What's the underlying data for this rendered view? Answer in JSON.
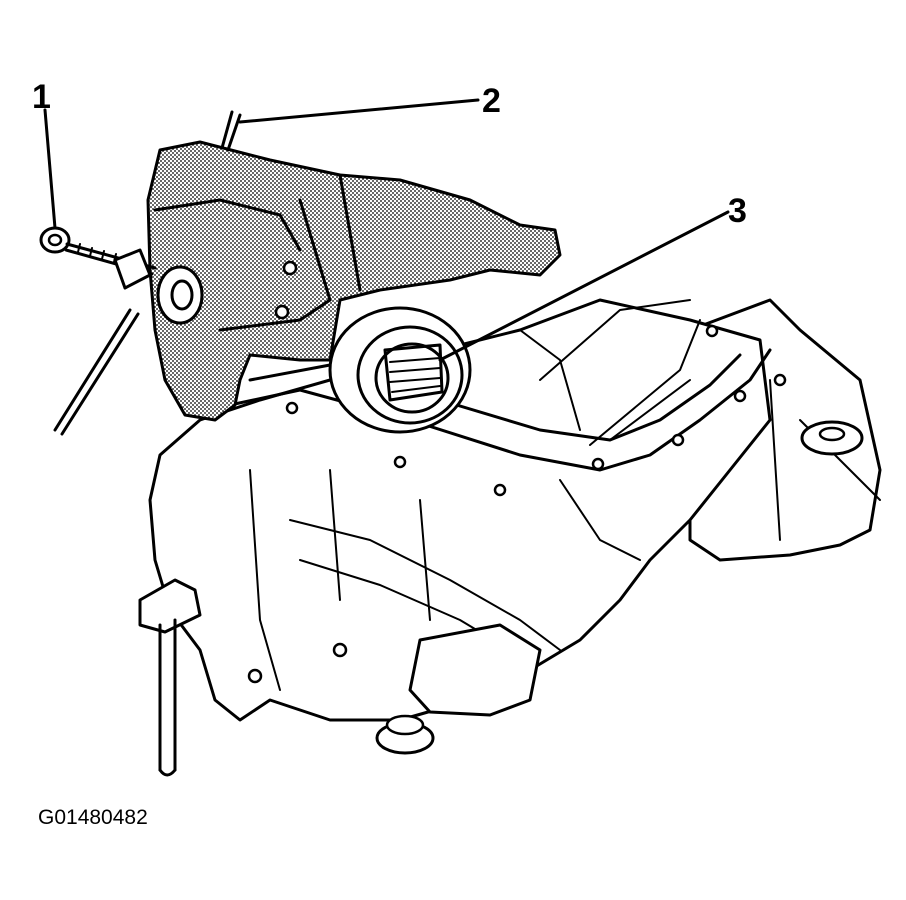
{
  "figure": {
    "callouts": [
      {
        "label": "1"
      },
      {
        "label": "2"
      },
      {
        "label": "3"
      }
    ],
    "figure_id": "G01480482"
  }
}
